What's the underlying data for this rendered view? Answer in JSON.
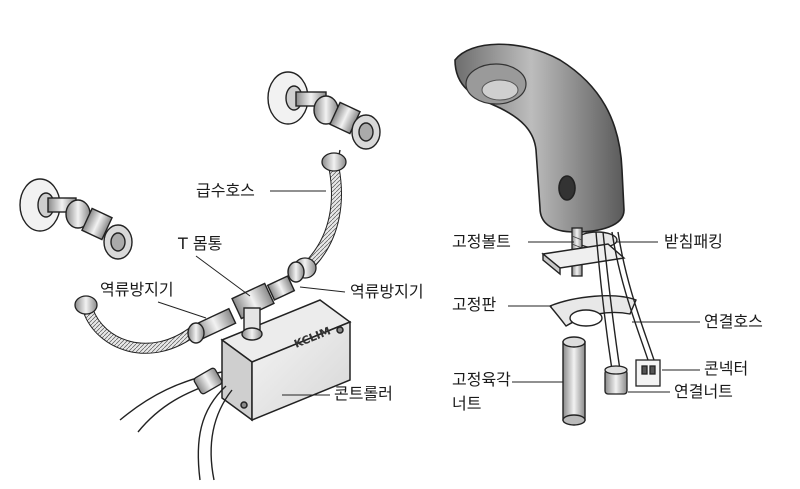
{
  "left_labels": {
    "supply_hose": "급수호스",
    "t_body": "T 몸통",
    "check_valve_left": "역류방지기",
    "check_valve_right": "역류방지기",
    "controller": "콘트롤러",
    "brand": "KCLIM"
  },
  "right_labels": {
    "fixing_bolt": "고정볼트",
    "support_packing": "받침패킹",
    "fixing_plate": "고정판",
    "connection_hose": "연결호스",
    "connector": "콘넥터",
    "hex_nut_line1": "고정육각",
    "hex_nut_line2": "너트",
    "connection_nut": "연결너트"
  }
}
